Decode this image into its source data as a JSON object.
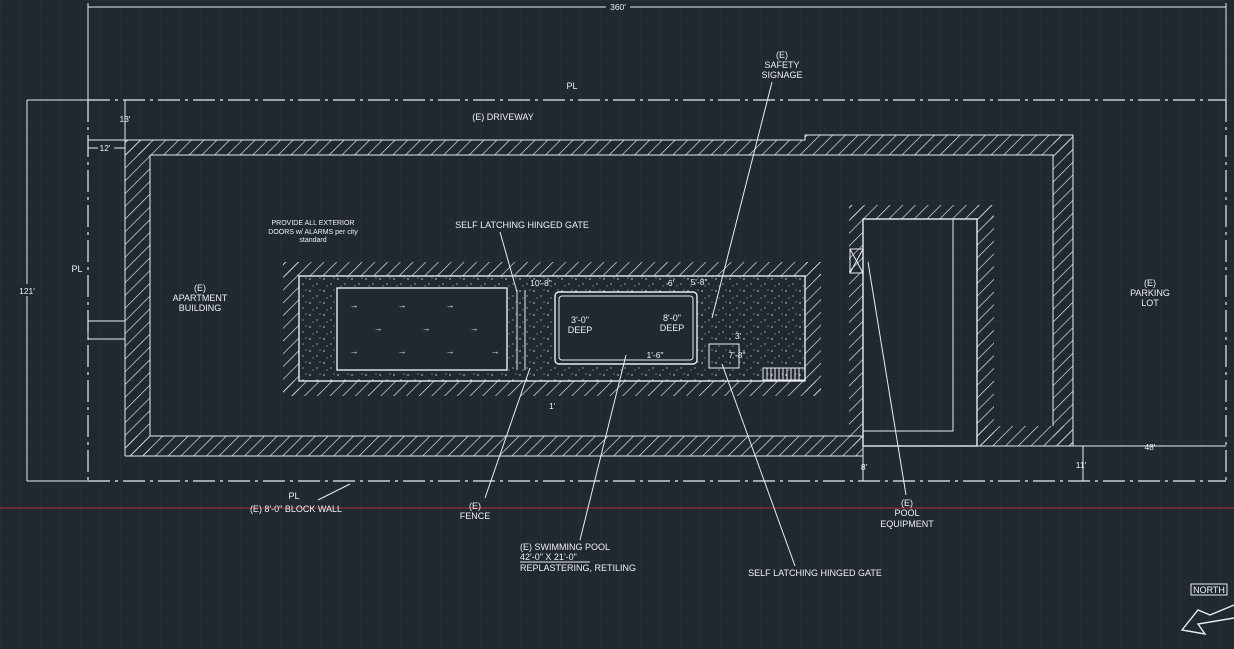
{
  "colors": {
    "background": "#212830",
    "grid": "#2a323b",
    "linework": "#e8ecef",
    "red_line": "#a8323c"
  },
  "dimensions": {
    "overall_width": "360'",
    "overall_depth": "121'",
    "driveway_offset": "13'",
    "wall_offset": "12'",
    "right_width": "48'",
    "right_setback": "11'",
    "equip_offset": "8'",
    "pool_end_left": "10'-8\"",
    "pool_end_right": "5'-8\"",
    "deck_small": "6'",
    "gate_width": "1'-6\"",
    "equip_box": "7'-8\"",
    "gap_one": "1'",
    "gap_three": "3'"
  },
  "labels": {
    "property_line_top": "PL",
    "property_line_left": "PL",
    "driveway": "(E) DRIVEWAY",
    "apartment": [
      "(E)",
      "APARTMENT",
      "BUILDING"
    ],
    "alarm_note": [
      "PROVIDE ALL EXTERIOR",
      "DOORS w/ ALARMS per city",
      "standard"
    ],
    "gate_top": "SELF LATCHING HINGED GATE",
    "signage": [
      "(E)",
      "SAFETY",
      "SIGNAGE"
    ],
    "parking": [
      "(E)",
      "PARKING",
      "LOT"
    ],
    "pool_shallow": [
      "3'-0\"",
      "DEEP"
    ],
    "pool_deep": [
      "8'-0\"",
      "DEEP"
    ],
    "block_wall": [
      "PL",
      "(E) 8'-0\" BLOCK WALL"
    ],
    "fence": [
      "(E)",
      "FENCE"
    ],
    "swimming_pool": [
      "(E) SWIMMING POOL",
      "42'-0\" X 21'-0\"",
      "REPLASTERING, RETILING"
    ],
    "gate_bottom": "SELF LATCHING HINGED GATE",
    "pool_equipment": [
      "(E)",
      "POOL",
      "EQUIPMENT"
    ],
    "north": "NORTH"
  }
}
